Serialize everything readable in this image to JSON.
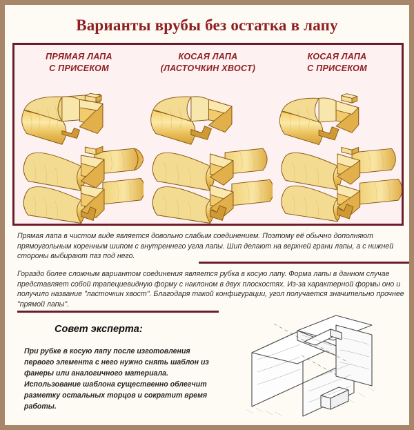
{
  "document": {
    "title": "Варианты врубы без остатка в лапу",
    "title_color": "#8f1f22",
    "border_color": "#a8866a",
    "panel_border_color": "#6d1c2c",
    "panel_bg_color": "#fdf1f1"
  },
  "columns": [
    {
      "line1": "ПРЯМАЯ ЛАПА",
      "line2": "С ПРИСЕКОМ",
      "icon": "straight-paw-joint"
    },
    {
      "line1": "КОСАЯ ЛАПА",
      "line2": "(ЛАСТОЧКИН ХВОСТ)",
      "icon": "dovetail-joint"
    },
    {
      "line1": "КОСАЯ  ЛАПА",
      "line2": "С ПРИСЕКОМ",
      "icon": "dovetail-with-tenon-joint"
    }
  ],
  "paragraphs": {
    "p1": "Прямая лапа в чистом виде является довольно слабым соединением. Поэтому её обычно дополняют прямоугольным коренным шипом с внутреннего угла лапы. Шип делают на верхней грани лапы, а с нижней стороны выбирают паз под него.",
    "p2": "Гораздо более сложным вариантом соединения является рубка в косую лапу. Форма лапы в данном случае представляет собой трапециевидную форму с наклоном в двух плоскостях. Из-за характерной формы оно и получило название \"ласточкин хвост\". Благодаря такой конфигурации, угол получается значительно прочнее \"прямой лапы\"."
  },
  "expert_tip": {
    "heading": "Совет эксперта:",
    "text": "При рубке в косую лапу после изготовления первого элемента с него нужно снять шаблон из фанеры или аналогичного материала. Использование шаблона существенно облегчит разметку остальных торцов и сократит время работы."
  },
  "technical_drawing": {
    "caption": "",
    "icon": "dovetail-corner-line-drawing"
  }
}
